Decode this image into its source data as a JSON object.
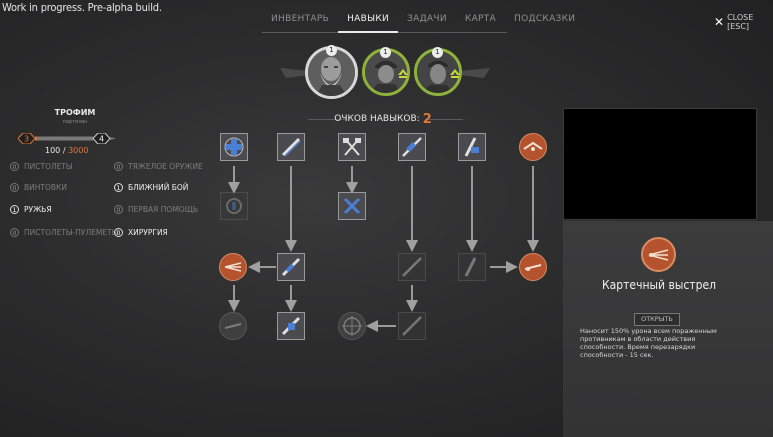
{
  "banner": "Work in progress. Pre-alpha build.",
  "tabs": [
    {
      "label": "ИНВЕНТАРЬ",
      "active": false
    },
    {
      "label": "НАВЫКИ",
      "active": true
    },
    {
      "label": "ЗАДАЧИ",
      "active": false
    },
    {
      "label": "КАРТА",
      "active": false
    },
    {
      "label": "ПОДСКАЗКИ",
      "active": false
    }
  ],
  "close_label": "CLOSE [ESC]",
  "portrait_badges": [
    "1",
    "1",
    "1"
  ],
  "skill_points": {
    "label": "ОЧКОВ НАВЫКОВ:",
    "value": "2"
  },
  "character": {
    "name": "ТРОФИМ",
    "role": "партизан",
    "level": "3",
    "next_level": "4",
    "xp": "100",
    "xp_sep": " / ",
    "xp_max": "3000",
    "xp_progress": 0.033
  },
  "skills": [
    {
      "level": "0",
      "name": "ПИСТОЛЕТЫ",
      "active": false
    },
    {
      "level": "0",
      "name": "ВИНТОВКИ",
      "active": false
    },
    {
      "level": "1",
      "name": "РУЖЬЯ",
      "active": true
    },
    {
      "level": "0",
      "name": "ПИСТОЛЕТЫ-ПУЛЕМЕТЫ",
      "active": false
    },
    {
      "level": "0",
      "name": "ТЯЖЕЛОЕ ОРУЖИЕ",
      "active": false
    },
    {
      "level": "1",
      "name": "БЛИЖНИЙ БОЙ",
      "active": true
    },
    {
      "level": "0",
      "name": "ПЕРВАЯ ПОМОЩЬ",
      "active": false
    },
    {
      "level": "0",
      "name": "ХИРУРГИЯ",
      "active": true
    }
  ],
  "selected_ability": {
    "title": "Картечный выстрел",
    "button": "ОТКРЫТЬ",
    "description": "Наносит 150% урона всем пораженным противникам в области действия способности. Время перезарядки способности - 15 сек."
  },
  "colors": {
    "accent": "#e0763c",
    "squad_ring": "#8db33a",
    "ability": "#b4532e"
  }
}
